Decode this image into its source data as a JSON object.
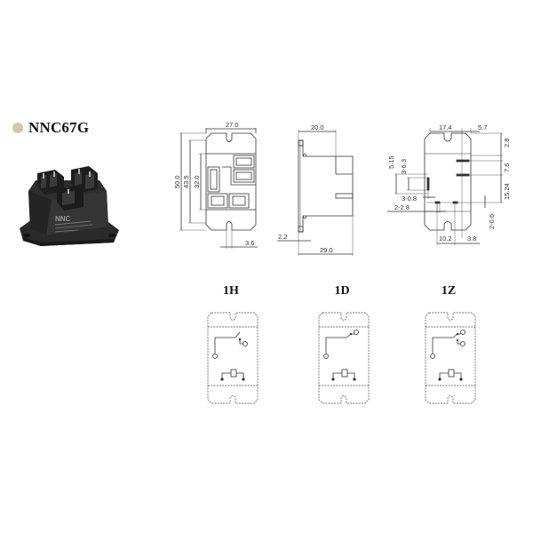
{
  "product": {
    "model": "NNC67G",
    "bullet_color": "#d2c8a8",
    "photo": {
      "brand_mark": "NNC",
      "body_color": "#262626"
    }
  },
  "front_view": {
    "width": "27.0",
    "height_overall": "50.0",
    "height_mount": "43.5",
    "height_body": "32.0",
    "slot_width": "3.6"
  },
  "side_view": {
    "depth_body": "20.0",
    "depth_overall": "29.0",
    "flange": "2.2"
  },
  "bottom_view": {
    "dim_left": "17.4",
    "dim_right": "5.7",
    "dim_top": "2.8",
    "dim_pitch": "7.6",
    "dim_row": "15.24",
    "dim_5_15": "5.15",
    "pin_3_6_3": "3-6.3",
    "pin_3_0_8": "3-0.8",
    "pin_2_2_8": "2-2.8",
    "pin_2_0_6": "2-0.6",
    "dim_bottom_left": "10.2",
    "dim_bottom_right": "3.8"
  },
  "variants": [
    {
      "label": "1H",
      "type": "normally-open"
    },
    {
      "label": "1D",
      "type": "normally-closed"
    },
    {
      "label": "1Z",
      "type": "changeover"
    }
  ]
}
